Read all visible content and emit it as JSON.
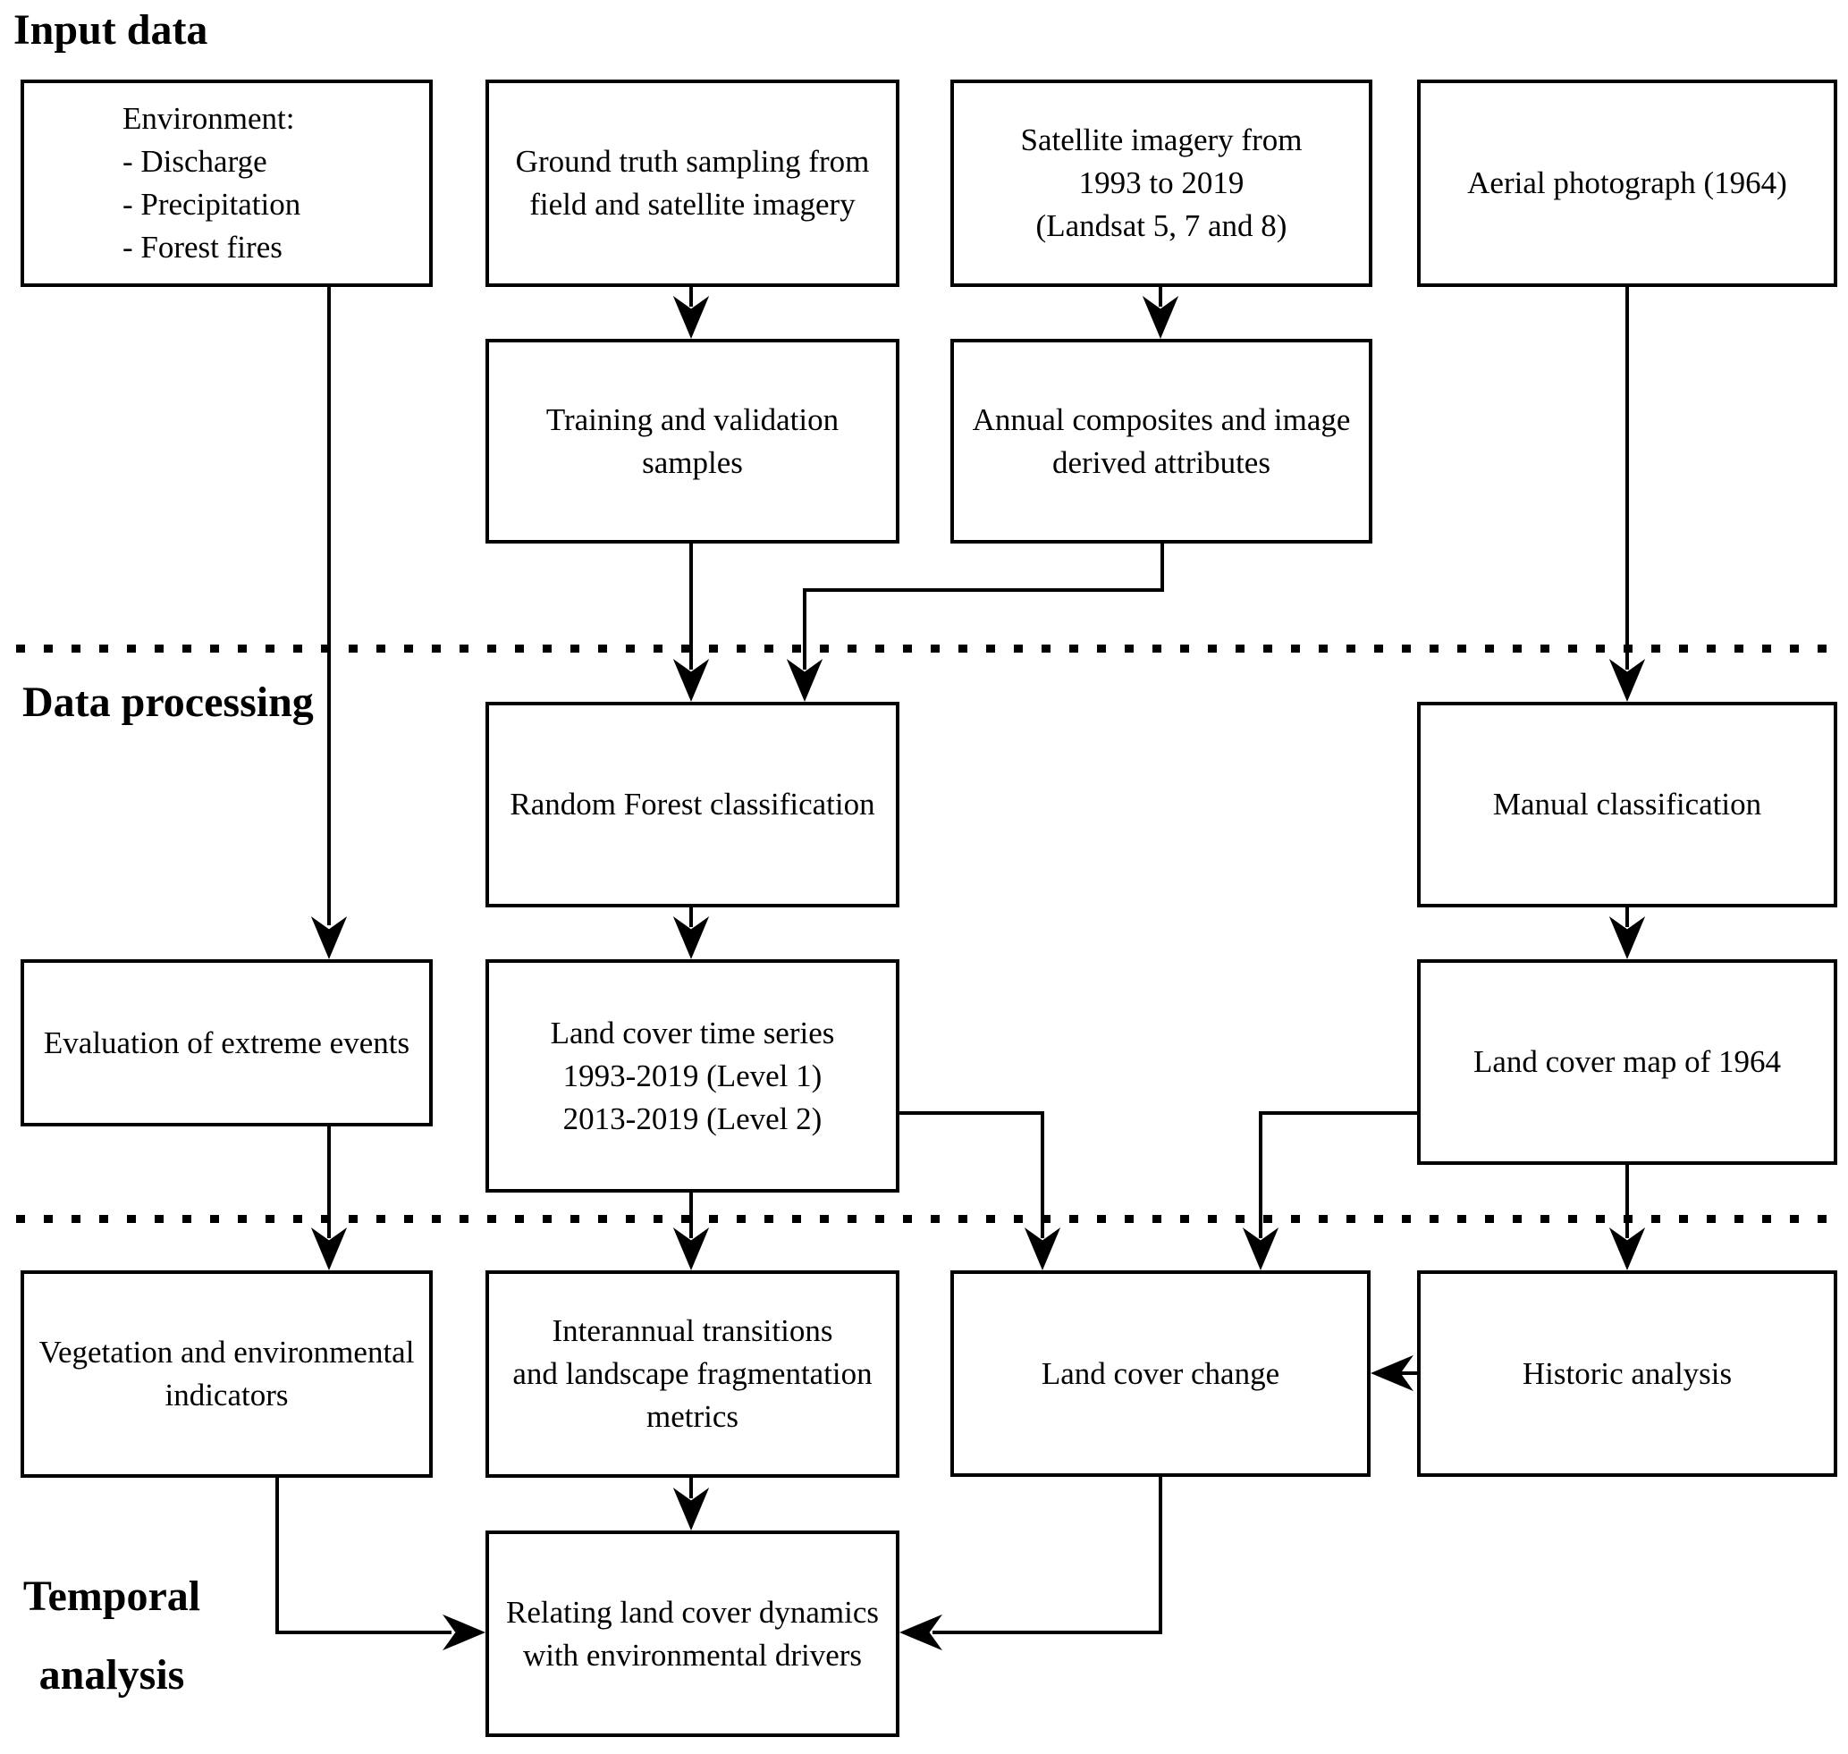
{
  "section_labels": {
    "input": "Input data",
    "processing": "Data processing",
    "temporal": [
      "Temporal",
      "analysis"
    ]
  },
  "boxes": {
    "env": {
      "lines": [
        "Environment:",
        "- Discharge",
        "- Precipitation",
        "- Forest fires"
      ]
    },
    "ground": {
      "lines": [
        "Ground truth sampling from",
        "field and satellite imagery"
      ]
    },
    "satellite": {
      "lines": [
        "Satellite imagery from",
        "1993 to 2019",
        "(Landsat 5, 7 and 8)"
      ]
    },
    "aerial": {
      "lines": [
        "Aerial photograph (1964)"
      ]
    },
    "training": {
      "lines": [
        "Training and validation",
        "samples"
      ]
    },
    "annual": {
      "lines": [
        "Annual composites and image",
        "derived attributes"
      ]
    },
    "rf": {
      "lines": [
        "Random Forest classification"
      ]
    },
    "manual": {
      "lines": [
        "Manual classification"
      ]
    },
    "evaluation": {
      "lines": [
        "Evaluation of extreme events"
      ]
    },
    "lcts": {
      "lines": [
        "Land cover time series",
        "1993-2019 (Level 1)",
        "2013-2019 (Level 2)"
      ]
    },
    "lcmap": {
      "lines": [
        "Land cover map of 1964"
      ]
    },
    "vegetation": {
      "lines": [
        "Vegetation and environmental",
        "indicators"
      ]
    },
    "interannual": {
      "lines": [
        "Interannual transitions",
        "and landscape fragmentation",
        "metrics"
      ]
    },
    "lcc": {
      "lines": [
        "Land cover change"
      ]
    },
    "historic": {
      "lines": [
        "Historic analysis"
      ]
    },
    "relating": {
      "lines": [
        "Relating land cover dynamics",
        "with environmental drivers"
      ]
    }
  },
  "colors": {
    "line": "#000000",
    "background": "#ffffff",
    "text": "#000000"
  }
}
